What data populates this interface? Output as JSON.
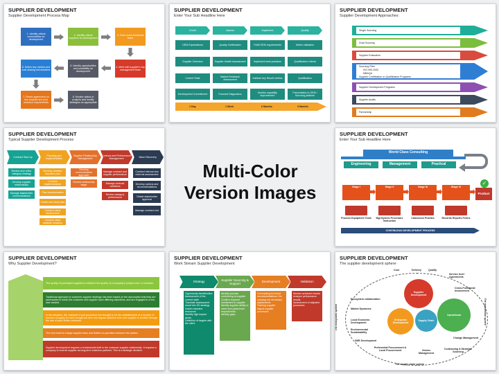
{
  "center": {
    "line1": "Multi-Color",
    "line2": "Version Images"
  },
  "slide1": {
    "title": "SUPPLIER DEVELOPMENT",
    "subtitle": "Supplier Development Process Map",
    "steps": [
      "1. Identify critical commodities for development",
      "2. Identify critical suppliers for development",
      "3. Form cross-functional team",
      "4. Meet with supplier's top management team",
      "5. Identify opportunities and probability for development",
      "6. Define key metrics and cost sharing mechanisms",
      "7. Reach agreement on key projects and joint resource requirements",
      "8. Monitor status of projects and modify strategies as appropriate"
    ],
    "colors": [
      "#2f6fc0",
      "#8bbf3b",
      "#f29a1f",
      "#d63a2b",
      "#555a66",
      "#2a7fd4",
      "#e6761c",
      "#555a66"
    ]
  },
  "slide2": {
    "title": "SUPPLIER DEVELOPMENT",
    "subtitle": "Enter Your Sub Headline Here",
    "headers": [
      "Enroll",
      "Assess",
      "Implement",
      "Qualify"
    ],
    "rows": [
      [
        "OEM Expectations",
        "Quality Certification",
        "Fulfill OEM requirements",
        "Metric validation"
      ],
      [
        "Supplier Overview",
        "Supplier Health Assessment",
        "Implement best practices",
        "Qualification criteria"
      ],
      [
        "Current State",
        "Market Feedback Assessment",
        "Institute key Result metrics",
        "Qualification"
      ],
      [
        "Development Commitment",
        "Focused Diagnostics",
        "Monitor capability improvement",
        "Presentation to OEM / Sourcing platform"
      ]
    ],
    "timeline": [
      "1 Day",
      "1 Week",
      "6 Months",
      "3 Months"
    ]
  },
  "slide3": {
    "title": "SUPPLIER DEVELOPMENT",
    "subtitle": "Supplier Development Approaches",
    "items": [
      "Single Sourcing",
      "Dual Sourcing",
      "Supplier Evaluation",
      "Sourcing Filter",
      "ISO 900-2000",
      "MBAQA",
      "Supplier Certification or Qualification Programs",
      "Supplier Development Programs",
      "Supplier Audits",
      "Partnership"
    ],
    "colors": [
      "#1fae9a",
      "#7bbd3c",
      "#d84b3e",
      "#2f7ed4",
      "#8e4fb3",
      "#3d4a5c",
      "#e07b1f"
    ]
  },
  "slide4": {
    "title": "SUPPLIER DEVELOPMENT",
    "subtitle": "Typical Supplier Development Process",
    "headers": [
      "Contract Start up",
      "Planning and Implementation",
      "Supplier Relationship Management",
      "Contract and Performance Management",
      "Value Discovery"
    ],
    "colors": [
      "#16a394",
      "#f0a321",
      "#e4712b",
      "#c0392b",
      "#2b3b52"
    ],
    "col1": [
      "Review and refine category strategy",
      "Develop supplier relationships",
      "Manage stakeholder communications"
    ],
    "col2": [
      "Develop detailed transition plan",
      "Conduct implementation",
      "Plan transformation",
      "Create and issue plan",
      "Conduct value assessment",
      "Conduct value analysis sessions"
    ],
    "col3": [
      "Develop communication approach",
      "Review relationship stage"
    ],
    "col4": [
      "Manage contract and supplier performance",
      "Manage contract variations",
      "Review category performance"
    ],
    "col5": [
      "Conduct internal and external assessment",
      "Develop options and recommendations",
      "Obtain stakeholder approval",
      "Manage contract end"
    ]
  },
  "slide5": {
    "title": "SUPPLIER DEVELOPMENT",
    "subtitle": "Enter Your Sub Headline Here",
    "banner": "World Class Consulting",
    "phases": [
      "Engineering",
      "Management",
      "Practical"
    ],
    "stages": [
      "Stage I",
      "Stage II",
      "Stage III",
      "Stage IV"
    ],
    "product": "Product",
    "folders": [
      "Process Equipment Tools",
      "Mgt System Procedure Instruction",
      "Classroom Practice",
      "Records Reports Forms"
    ],
    "footer": "CONTINUOUS DEVELOPMENT PROCESS"
  },
  "slide6": {
    "title": "SUPPLIER DEVELOPMENT",
    "subtitle": "Why Supplier Development?",
    "rows": [
      "The quality of purchased supplies is critical to the quality of a company's product and / or services.",
      "Traditional approach to customer-supplier dealings has been based on the assumption that they are adversaries in which the customer and supplier have differing objectives, and are engaged in a win-lose contest.",
      "In this situation, the customer's best procedure has thought to be the establishment of a number of sources of supply for each bought-out item and regular switches from one supplier to another through the use of price driven contracts.",
      "The end result is a large supplier base and limited co-operation between the parties.",
      "Supplier development requires a fundamental shift in the customer supplier relationship. It requires a company to trust its supplier as long-term business partners. This is a strategic decision."
    ],
    "colors": [
      "#8cc63f",
      "#2e7d32",
      "#f39c12",
      "#e67e22",
      "#c0392b"
    ]
  },
  "slide7": {
    "title": "SUPPLIER DEVELOPMENT",
    "subtitle": "Work Stream Supplier Development",
    "headers": [
      "Strategy",
      "Supplier Sourcing & Support",
      "Development",
      "Validation"
    ],
    "colors": [
      "#0f8a6c",
      "#6aa84f",
      "#e67e22",
      "#c0392b"
    ],
    "col1": [
      "Opportunity identification",
      "Assessment of the current state",
      "Translate assessment result into SD strategy",
      "Gather baseline resources",
      "Identify high impact areas",
      "Definition of targets with the client"
    ],
    "col2": [
      "Identify process conforming at supplier",
      "Confirm required investment in supplier",
      "Identify supplier ability to meet new parts/order requirements",
      "Identify gaps"
    ],
    "col3": [
      "Formulating technical recommendations / for carrying out necessary adjustments",
      "Training supplier",
      "Adjust supplier processes"
    ],
    "col4": [
      "Monitor achieved results",
      "Analyze performance results",
      "Assessment of adjusted processes"
    ]
  },
  "slide8": {
    "title": "SUPPLIER DEVELOPMENT",
    "subtitle": "The supplier development sphere",
    "labels": [
      "Cost",
      "Delivery",
      "Quality",
      "Service level Agreements",
      "Cross-Functional Involvement",
      "Ecosystem collaboration",
      "Market Dynamics",
      "Local Economic Development",
      "Environmental Sustainability",
      "SME Development",
      "Preferential Procurement & Local Procurement",
      "Vendor Management",
      "Contracting & Strategic Sourcing",
      "Change Management"
    ],
    "gears": [
      "Supplier Development",
      "Enterprise Development",
      "Supply Chain",
      "Operational"
    ],
    "left_side": "The ecosystem sphere",
    "right_side": "The operational sphere",
    "bottom": "The supply chain sphere"
  }
}
